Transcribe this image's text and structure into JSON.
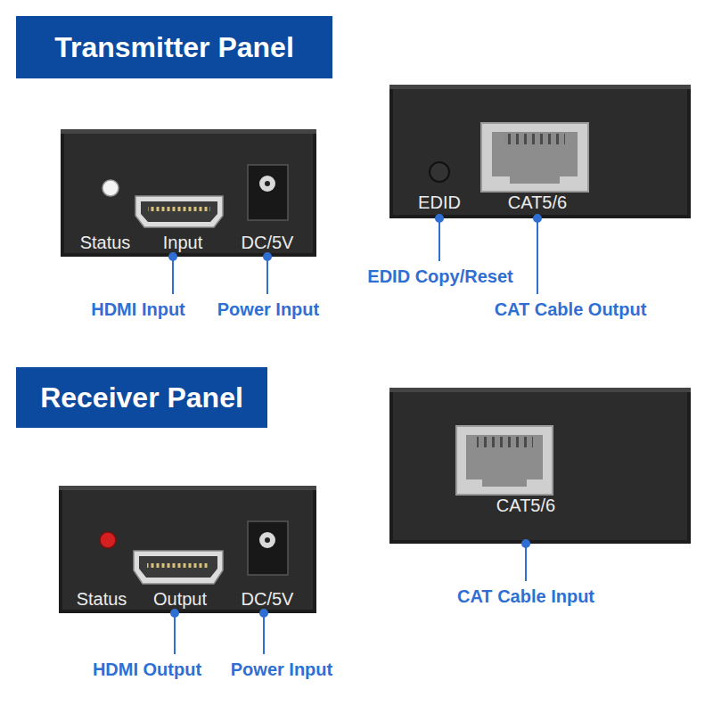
{
  "diagram": {
    "nodes": [
      {
        "text": [
          "Transmitter Panel"
        ]
      },
      {
        "text": [
          "Status",
          "Input",
          "DC/5V"
        ]
      },
      {
        "text": [
          "EDID",
          "CAT5/6"
        ]
      },
      {
        "text": [
          "Receiver Panel"
        ]
      },
      {
        "text": [
          "Status",
          "Output",
          "DC/5V"
        ]
      },
      {
        "text": [
          "CAT5/6"
        ]
      }
    ],
    "labels": [
      "HDMI Input",
      "Power Input",
      "EDID Copy/Reset",
      "CAT Cable Output",
      "HDMI Output",
      "Power Input",
      "CAT Cable Input"
    ]
  }
}
